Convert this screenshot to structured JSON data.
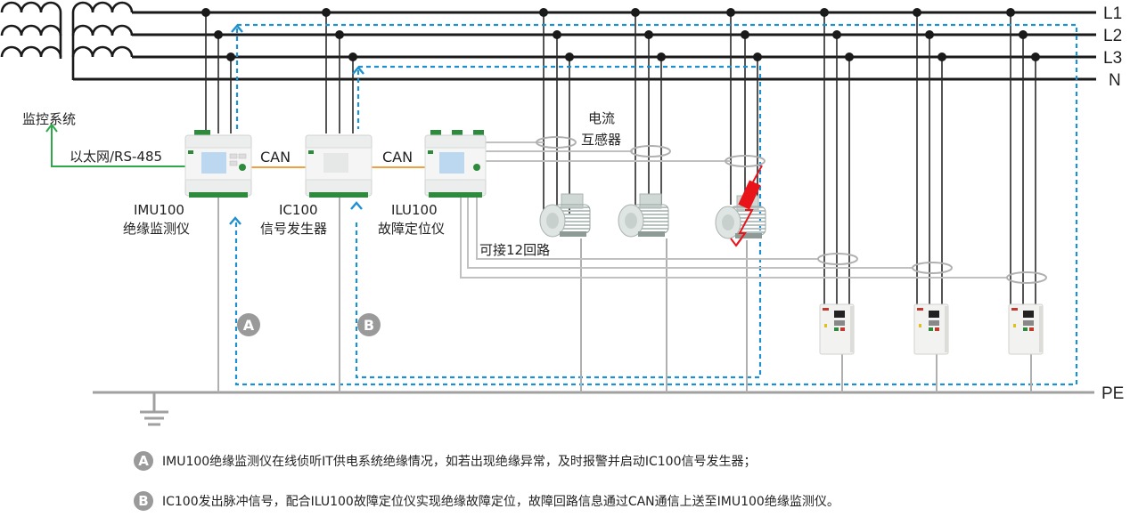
{
  "buses": {
    "l1": "L1",
    "l2": "L2",
    "l3": "L3",
    "n": "N",
    "pe": "PE"
  },
  "monitoring": {
    "label": "监控系统",
    "link_label": "以太网/RS-485"
  },
  "devices": {
    "imu": {
      "model": "IMU100",
      "name": "绝缘监测仪"
    },
    "ic": {
      "model": "IC100",
      "name": "信号发生器"
    },
    "ilu": {
      "model": "ILU100",
      "name": "故障定位仪"
    }
  },
  "links": {
    "can_1": "CAN",
    "can_2": "CAN"
  },
  "annotations": {
    "ct_line1": "电流",
    "ct_line2": "互感器",
    "loops": "可接12回路"
  },
  "markers": {
    "a": "A",
    "b": "B"
  },
  "legend": [
    {
      "marker": "A",
      "text": "IMU100绝缘监测仪在线侦听IT供电系统绝缘情况，如若出现绝缘异常，及时报警并启动IC100信号发生器；"
    },
    {
      "marker": "B",
      "text": "IC100发出脉冲信号，配合ILU100故障定位仪实现绝缘故障定位，故障回路信息通过CAN通信上送至IMU100绝缘监测仪。"
    }
  ],
  "colors": {
    "bus": "#1a1a1a",
    "signal_path": "#1e90d0",
    "can_line": "#f0a040",
    "ethernet_line": "#2ea84a",
    "ground": "#9a9a9a",
    "fault": "#e8141a",
    "device_green": "#2e8b3e"
  }
}
